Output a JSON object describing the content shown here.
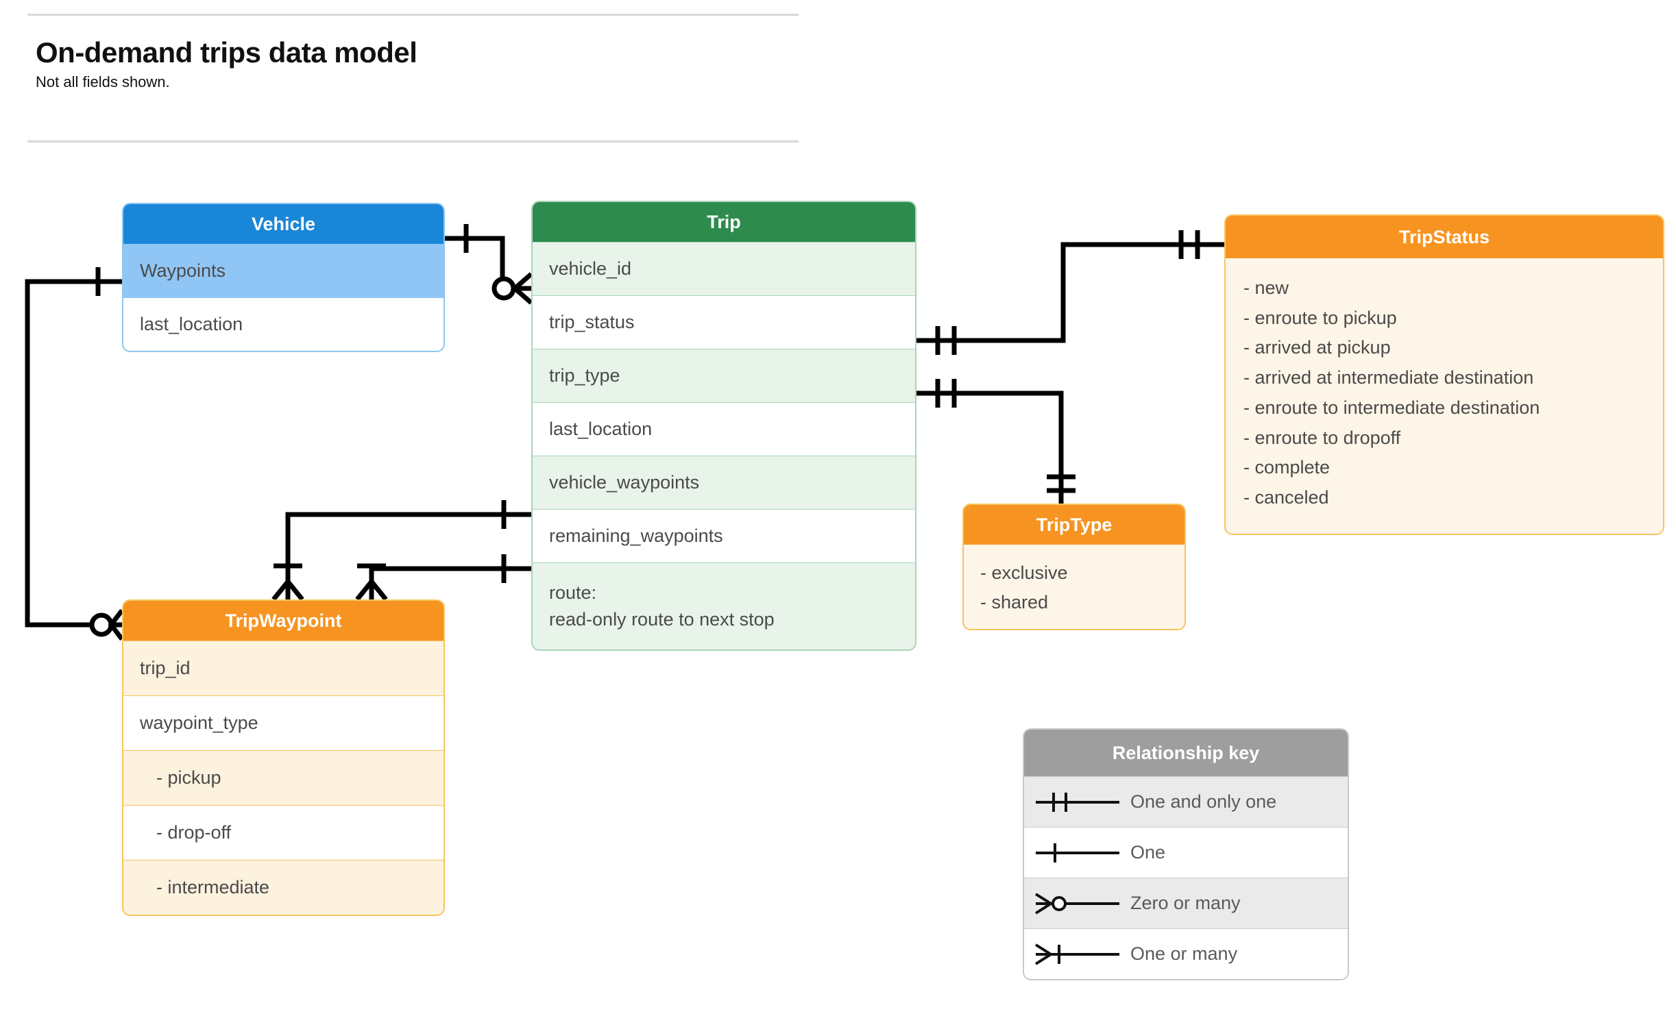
{
  "header": {
    "title": "On-demand trips data model",
    "subtitle": "Not all fields shown."
  },
  "entities": {
    "vehicle": {
      "title": "Vehicle",
      "color": "#1a86d8",
      "fields": [
        "Waypoints",
        "last_location"
      ]
    },
    "trip": {
      "title": "Trip",
      "color": "#2e8b4e",
      "fields": [
        "vehicle_id",
        "trip_status",
        "trip_type",
        "last_location",
        "vehicle_waypoints",
        "remaining_waypoints"
      ],
      "route_label": "route:",
      "route_desc": "read-only route to next stop"
    },
    "trip_waypoint": {
      "title": "TripWaypoint",
      "color": "#f79421",
      "fields": [
        "trip_id",
        "waypoint_type"
      ],
      "waypoint_types": [
        "-  pickup",
        "-  drop-off",
        "-  intermediate"
      ]
    },
    "trip_type": {
      "title": "TripType",
      "color": "#f79421",
      "values": [
        "- exclusive",
        "- shared"
      ]
    },
    "trip_status": {
      "title": "TripStatus",
      "color": "#f79421",
      "values": [
        "- new",
        "- enroute to pickup",
        "- arrived at pickup",
        "- arrived at intermediate destination",
        "- enroute to intermediate destination",
        "- enroute to dropoff",
        "- complete",
        "- canceled"
      ]
    }
  },
  "legend": {
    "title": "Relationship key",
    "items": [
      {
        "symbol": "one-and-only-one",
        "label": "One and only one"
      },
      {
        "symbol": "one",
        "label": "One"
      },
      {
        "symbol": "zero-or-many",
        "label": "Zero or many"
      },
      {
        "symbol": "one-or-many",
        "label": "One or many"
      }
    ]
  },
  "relationships": [
    {
      "from": "Vehicle",
      "to": "Trip.vehicle_id",
      "from_card": "one",
      "to_card": "zero-or-many"
    },
    {
      "from": "Vehicle.Waypoints",
      "to": "TripWaypoint",
      "from_card": "one",
      "to_card": "zero-or-many"
    },
    {
      "from": "Trip.trip_status",
      "to": "TripStatus",
      "from_card": "one-and-only-one",
      "to_card": "one-and-only-one"
    },
    {
      "from": "Trip.trip_type",
      "to": "TripType",
      "from_card": "one-and-only-one",
      "to_card": "one-and-only-one"
    },
    {
      "from": "Trip.vehicle_waypoints",
      "to": "TripWaypoint",
      "from_card": "one",
      "to_card": "one-or-many"
    },
    {
      "from": "Trip.remaining_waypoints",
      "to": "TripWaypoint",
      "from_card": "one",
      "to_card": "one-or-many"
    }
  ]
}
